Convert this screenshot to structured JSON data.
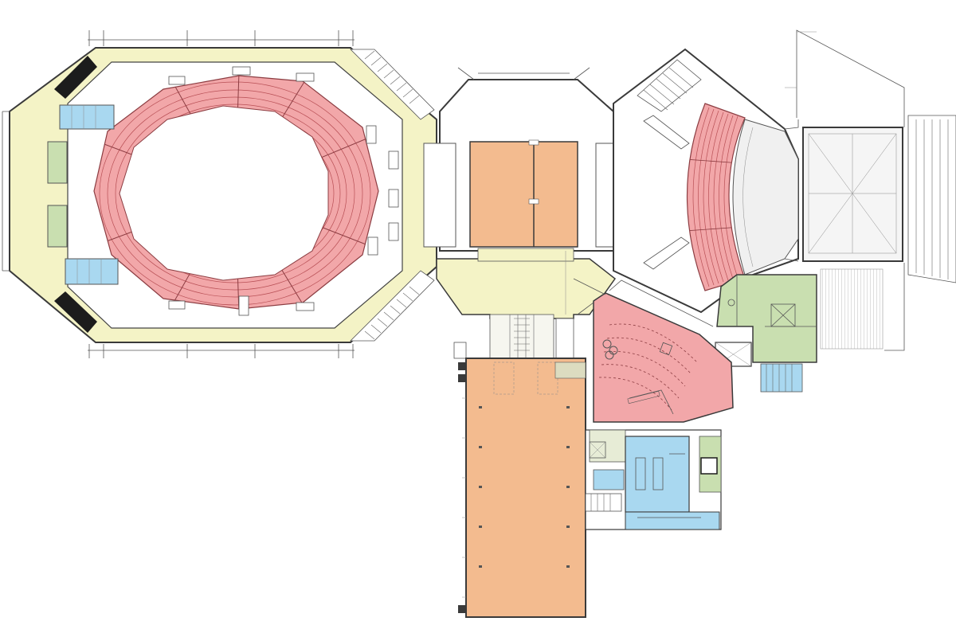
{
  "colors": {
    "concourse": "#f4f3c6",
    "seating": "#f2a7a9",
    "seating_line": "#b84f55",
    "exhibit": "#f3bb8f",
    "support": "#c9dfb0",
    "service": "#a9d8f0",
    "stage": "#e8e8e8",
    "wall": "#3a3a3a",
    "hatch": "#c8c8c8",
    "dark": "#1c1c1c"
  },
  "spaces": [
    {
      "id": "arena-bowl",
      "fill": "seating"
    },
    {
      "id": "arena-concourse",
      "fill": "concourse"
    },
    {
      "id": "lobby",
      "fill": "concourse"
    },
    {
      "id": "upper-hall",
      "fill": "exhibit"
    },
    {
      "id": "lower-hall",
      "fill": "exhibit"
    },
    {
      "id": "theater-seating",
      "fill": "seating"
    },
    {
      "id": "lecture-hall",
      "fill": "seating"
    },
    {
      "id": "backstage",
      "fill": "support"
    },
    {
      "id": "kitchen",
      "fill": "service"
    }
  ]
}
